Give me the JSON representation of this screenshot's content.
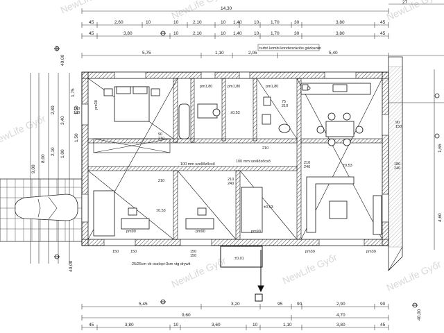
{
  "watermark": "NewLife Győr",
  "top_dims": {
    "overall": "14,30",
    "right_extra": "27",
    "row2": [
      "45",
      "2,60",
      "10",
      "10",
      "2,10",
      "10",
      "1,40",
      "10",
      "1,70",
      "30",
      "3,80",
      "45"
    ],
    "row3": [
      "45",
      "3,80",
      "10",
      "2,10",
      "10",
      "1,40",
      "10",
      "1,70",
      "30",
      "3,80",
      "45"
    ],
    "row4": [
      "5,75",
      "1,10",
      "2,05",
      "5,40"
    ]
  },
  "bottom_dims": {
    "row1": [
      "5,45",
      "3,20",
      "95",
      "90",
      "2,90",
      "90"
    ],
    "row2": [
      "9,60",
      "4,70"
    ],
    "row3": [
      "45",
      "3,80",
      "10",
      "3,60",
      "10",
      "1,10",
      "3,80",
      "45"
    ]
  },
  "left_dims": [
    "40,00",
    "1,75",
    "2,80",
    "1,50",
    "2,10",
    "9,00",
    "8,00",
    "3,40",
    "1,50",
    "1,00",
    "40,00"
  ],
  "right_dims": [
    "4,60",
    "40,00",
    "1,65"
  ],
  "room_labels": {
    "pm180_a": "pm1,80",
    "pm180_b": "pm1,80",
    "pm180_c": "pm1,80",
    "pm90_a": "pm90",
    "pm90_b": "pm90",
    "pm90_c": "pm90",
    "pm30_a": "pm30",
    "pm30_b": "pm30",
    "pm30_c": "pm30"
  },
  "door_dims": {
    "d1": "90\n210",
    "d2": "75\n210",
    "d3": "210",
    "d4": "90\n150",
    "d5": "180\n240",
    "d6": "210\n240",
    "d7": "150\n150",
    "d8": "210\n240",
    "d9": "150",
    "d10": "150\n150",
    "d11": "210",
    "d12": "150"
  },
  "notes": {
    "partition1": "100 mm szellőzőcső",
    "partition2": "100 mm szellőzőcső",
    "kondens": "turbó kombi kondenzációs gázkazán",
    "column": "25/25cm vb oszlop+3cm vtg drywit",
    "level1": "±0,53",
    "level2": "±0,53",
    "level3": "±0,53",
    "level4": "±0,53",
    "level5": "±0,01"
  }
}
